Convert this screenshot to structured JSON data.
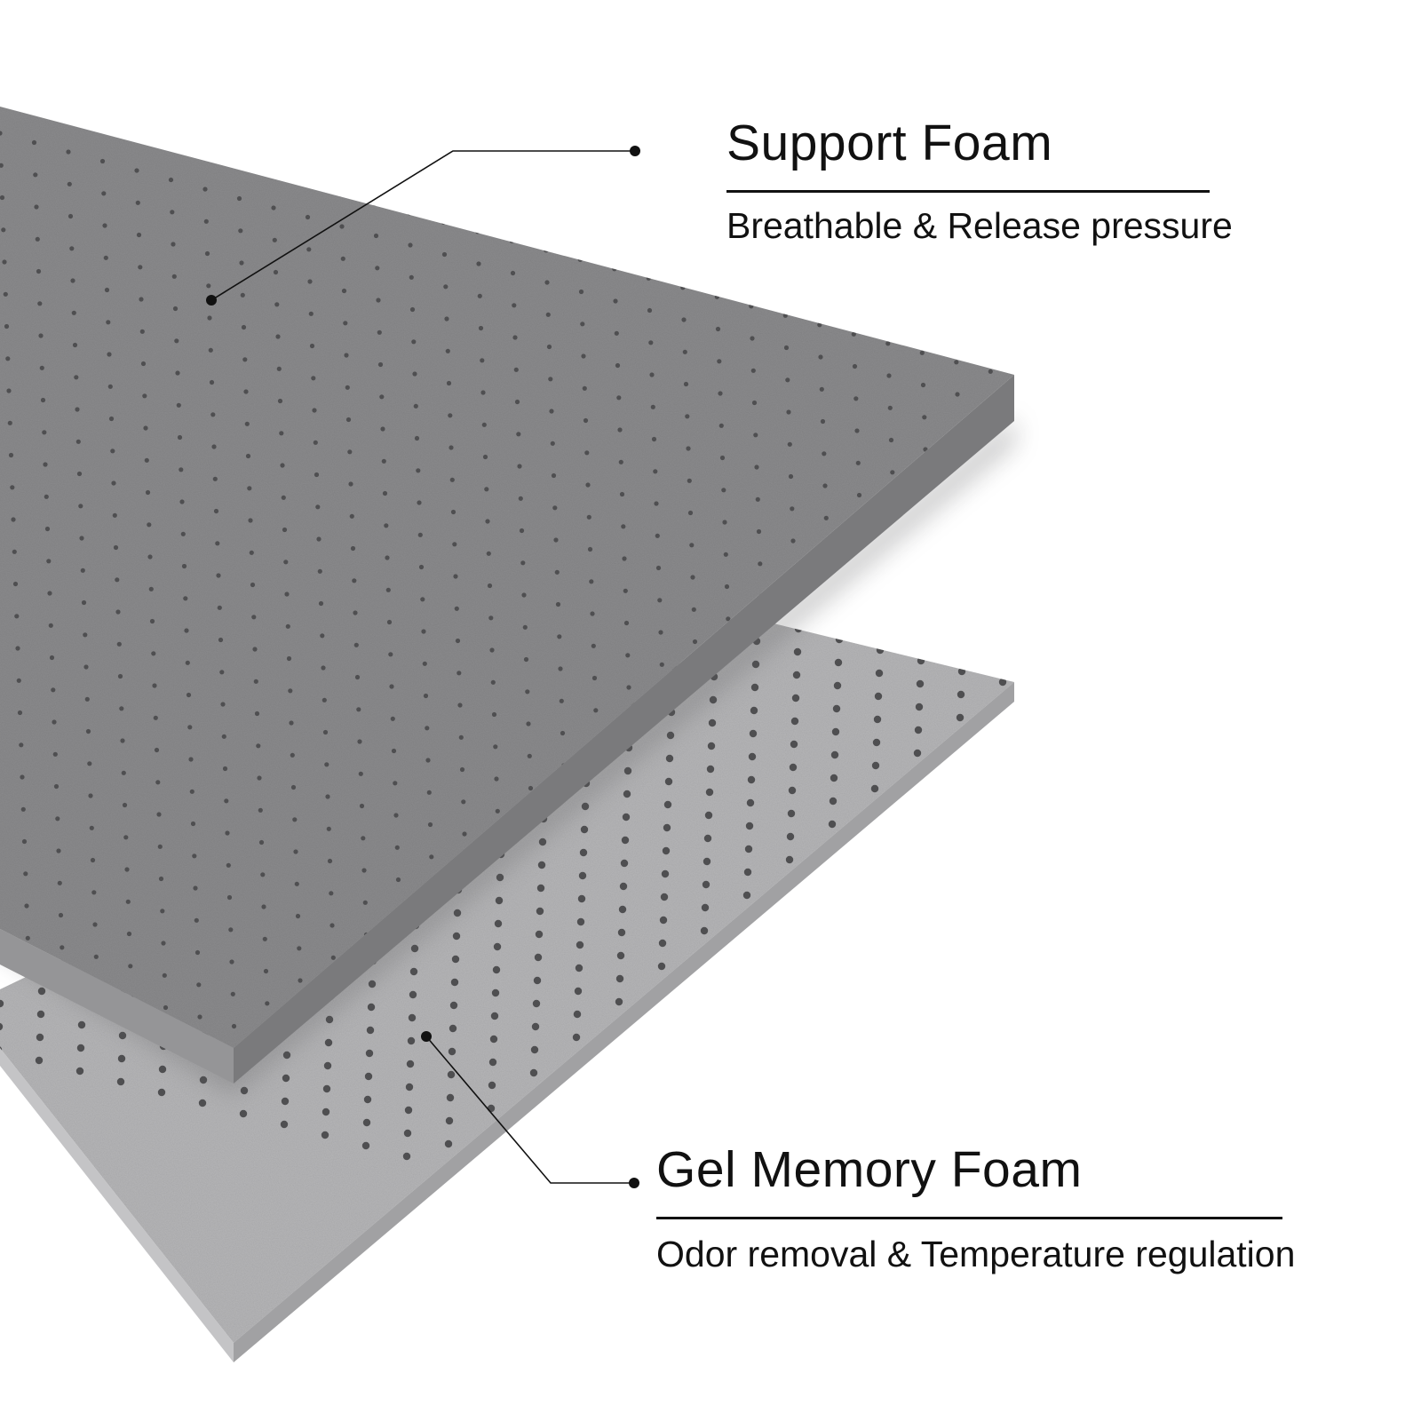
{
  "layers": {
    "top": {
      "title": "Support Foam",
      "subtitle": "Breathable & Release pressure",
      "color": "#8b8b8d"
    },
    "bottom": {
      "title": "Gel Memory Foam",
      "subtitle": "Odor removal & Temperature regulation",
      "color": "#b6b6b8"
    }
  },
  "colors": {
    "text": "#111111",
    "background": "#ffffff",
    "hole": "#4f4f51"
  }
}
